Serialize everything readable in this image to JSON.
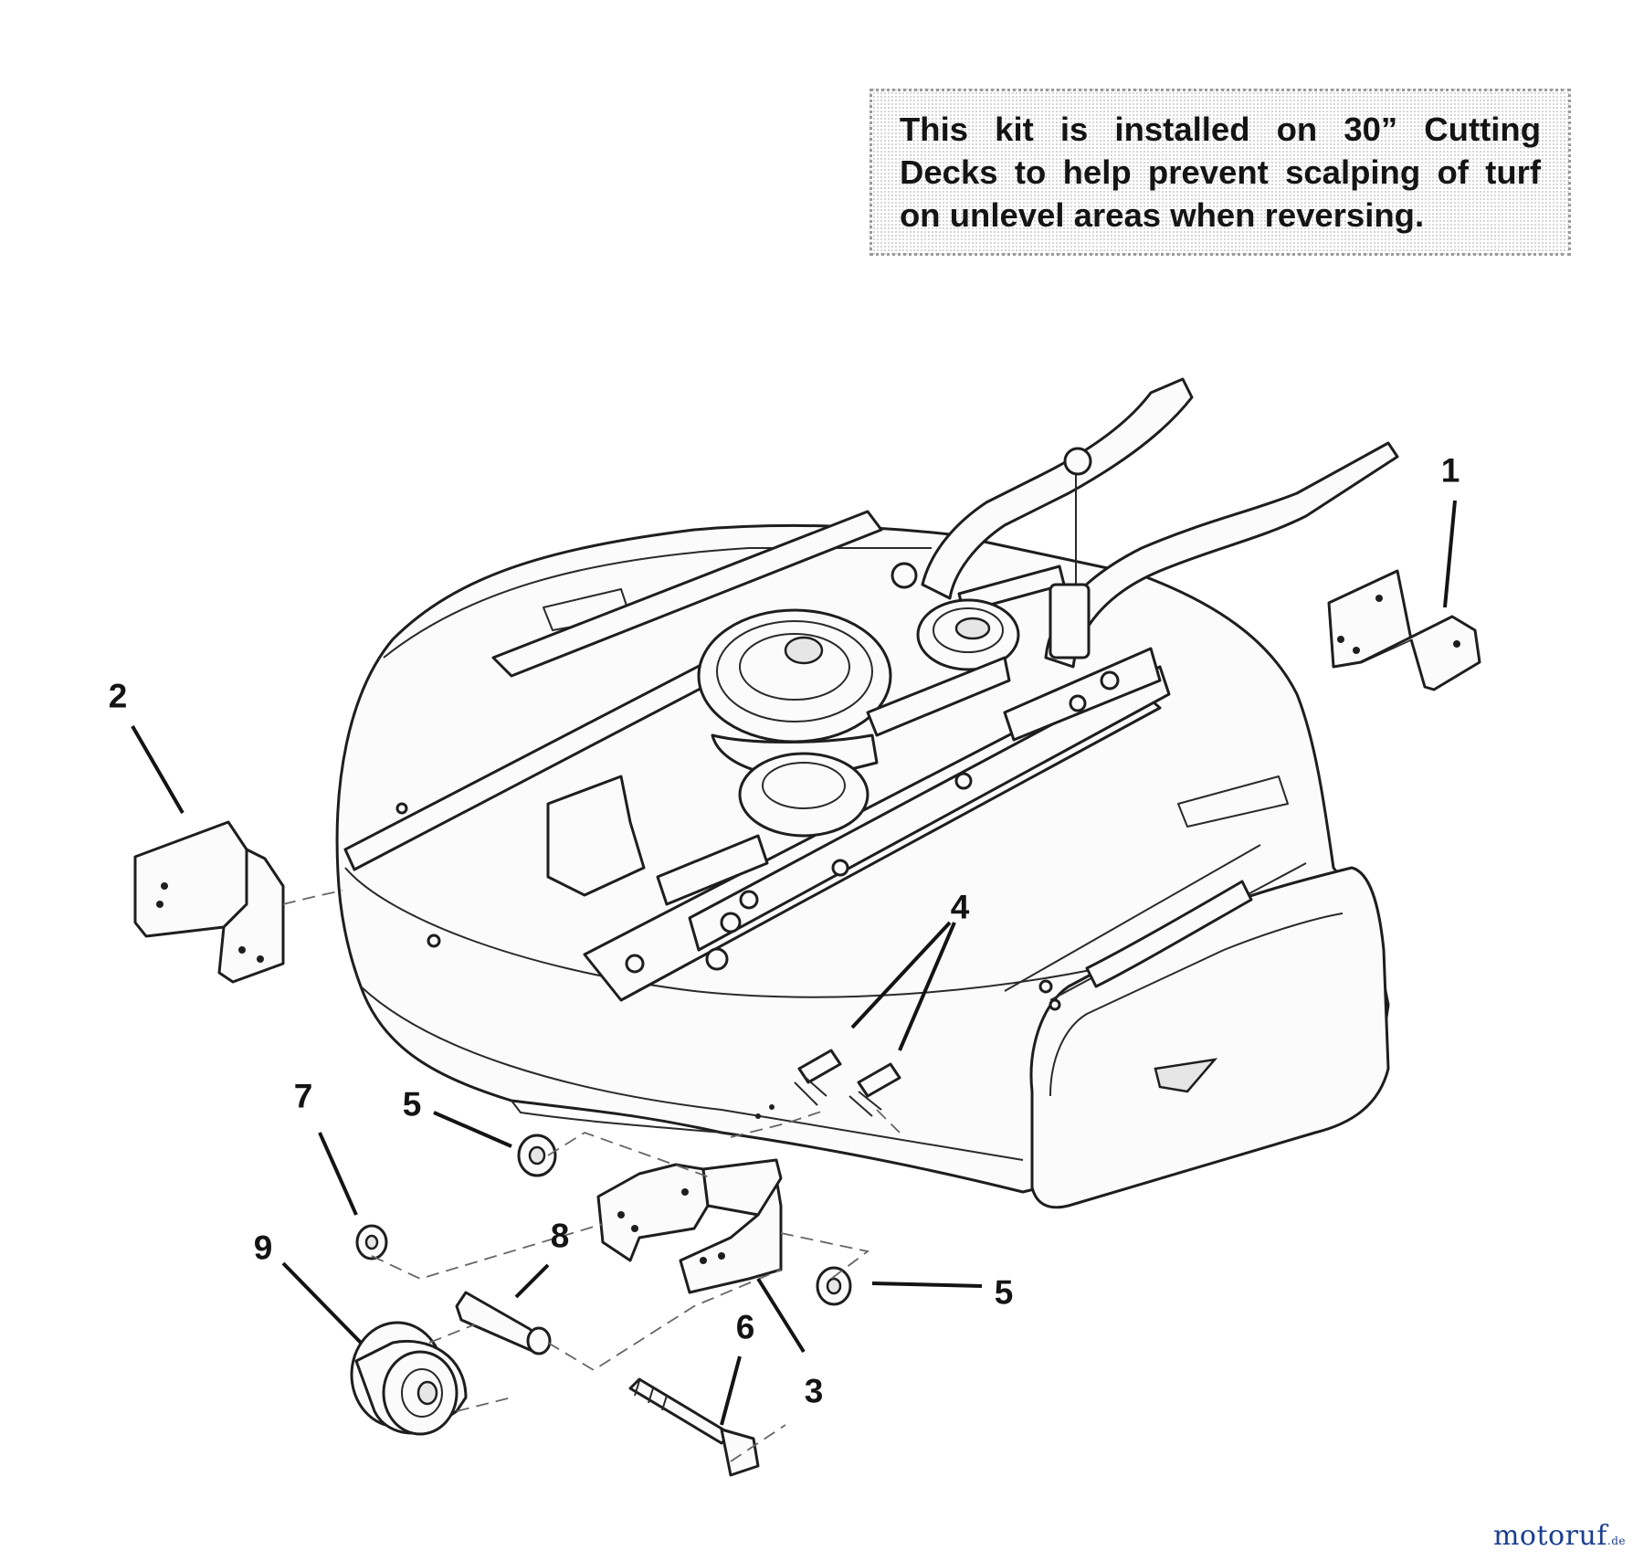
{
  "note": {
    "text": "This kit is installed on 30” Cutting Decks to help prevent scalping of turf on unlevel areas when reversing."
  },
  "callouts": [
    "1",
    "2",
    "3",
    "4",
    "5",
    "5",
    "6",
    "7",
    "8",
    "9"
  ],
  "watermark": {
    "part_a": "motoruf",
    "part_b": "",
    "part_c": ".de"
  }
}
